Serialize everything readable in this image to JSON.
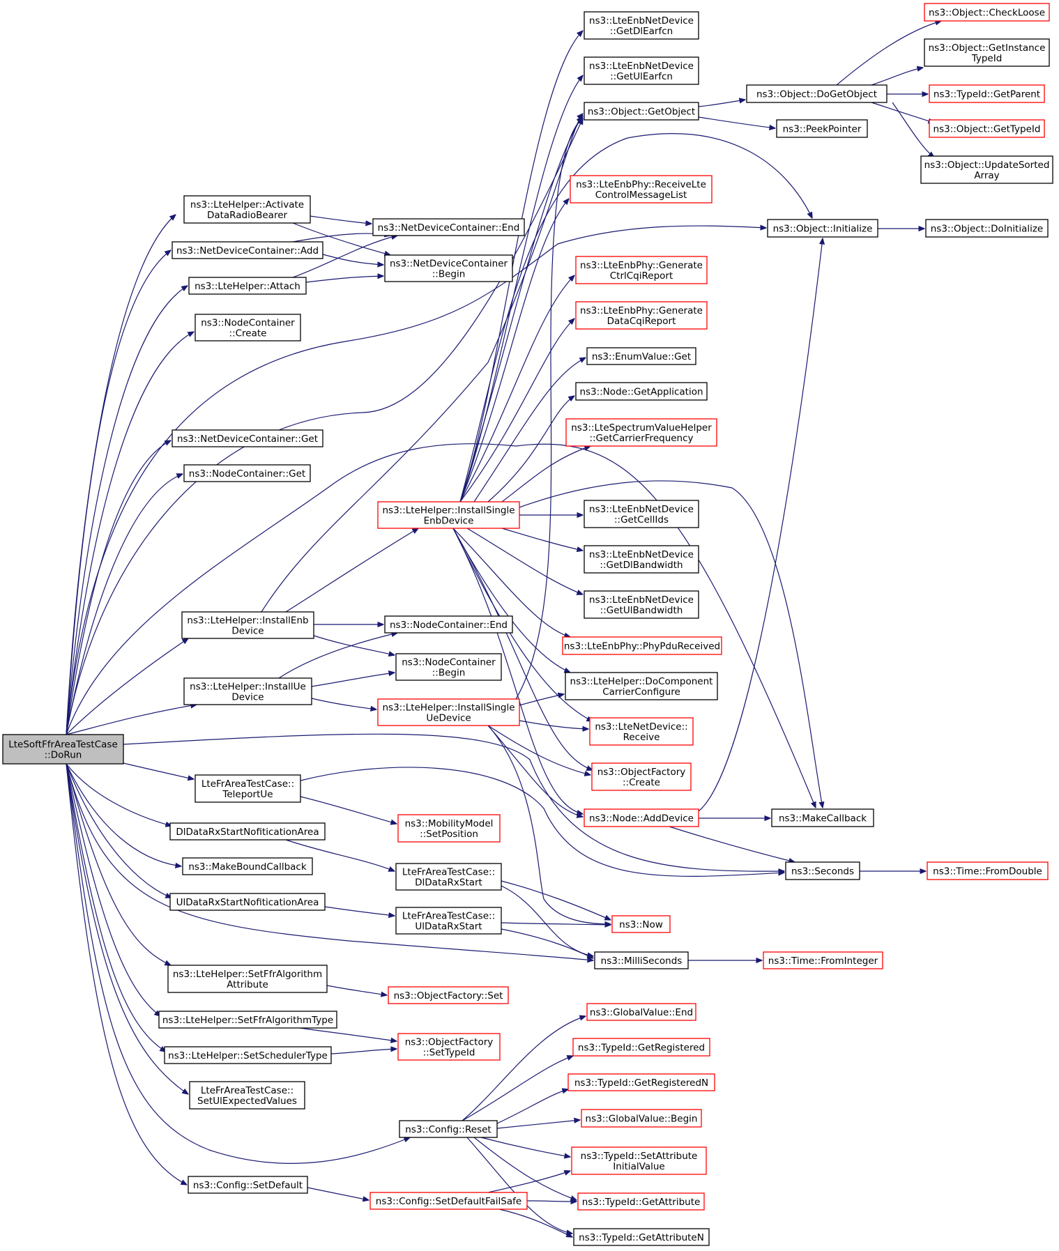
{
  "graph": {
    "colors": {
      "edge": "#191970",
      "root_fill": "#bfbfbf",
      "plain_border": "#000000",
      "red_border": "#ff0000"
    },
    "nodes": [
      {
        "id": "root",
        "lines": [
          "LteSoftFfrAreaTestCase",
          "::DoRun"
        ],
        "kind": "root"
      },
      {
        "id": "activate",
        "lines": [
          "ns3::LteHelper::Activate",
          "DataRadioBearer"
        ],
        "kind": "plain"
      },
      {
        "id": "ndcAdd",
        "lines": [
          "ns3::NetDeviceContainer::Add"
        ],
        "kind": "plain"
      },
      {
        "id": "attach",
        "lines": [
          "ns3::LteHelper::Attach"
        ],
        "kind": "plain"
      },
      {
        "id": "ncCreate",
        "lines": [
          "ns3::NodeContainer",
          "::Create"
        ],
        "kind": "plain"
      },
      {
        "id": "ndcGet",
        "lines": [
          "ns3::NetDeviceContainer::Get"
        ],
        "kind": "plain"
      },
      {
        "id": "ncGet",
        "lines": [
          "ns3::NodeContainer::Get"
        ],
        "kind": "plain"
      },
      {
        "id": "installEnb",
        "lines": [
          "ns3::LteHelper::InstallEnb",
          "Device"
        ],
        "kind": "plain"
      },
      {
        "id": "installUe",
        "lines": [
          "ns3::LteHelper::InstallUe",
          "Device"
        ],
        "kind": "plain"
      },
      {
        "id": "teleport",
        "lines": [
          "LteFrAreaTestCase::",
          "TeleportUe"
        ],
        "kind": "plain"
      },
      {
        "id": "dlNotif",
        "lines": [
          "DlDataRxStartNofiticationArea"
        ],
        "kind": "plain"
      },
      {
        "id": "makeBound",
        "lines": [
          "ns3::MakeBoundCallback"
        ],
        "kind": "plain"
      },
      {
        "id": "ulNotif",
        "lines": [
          "UlDataRxStartNofiticationArea"
        ],
        "kind": "plain"
      },
      {
        "id": "setFfrAttr",
        "lines": [
          "ns3::LteHelper::SetFfrAlgorithm",
          "Attribute"
        ],
        "kind": "plain"
      },
      {
        "id": "setFfrType",
        "lines": [
          "ns3::LteHelper::SetFfrAlgorithmType"
        ],
        "kind": "plain"
      },
      {
        "id": "setSched",
        "lines": [
          "ns3::LteHelper::SetSchedulerType"
        ],
        "kind": "plain"
      },
      {
        "id": "setUlExp",
        "lines": [
          "LteFrAreaTestCase::",
          "SetUlExpectedValues"
        ],
        "kind": "plain"
      },
      {
        "id": "cfgSetDefault",
        "lines": [
          "ns3::Config::SetDefault"
        ],
        "kind": "plain"
      },
      {
        "id": "ndcEnd",
        "lines": [
          "ns3::NetDeviceContainer::End"
        ],
        "kind": "plain"
      },
      {
        "id": "ndcBegin",
        "lines": [
          "ns3::NetDeviceContainer",
          "::Begin"
        ],
        "kind": "plain"
      },
      {
        "id": "instSingleEnb",
        "lines": [
          "ns3::LteHelper::InstallSingle",
          "EnbDevice"
        ],
        "kind": "red"
      },
      {
        "id": "ncEnd",
        "lines": [
          "ns3::NodeContainer::End"
        ],
        "kind": "plain"
      },
      {
        "id": "ncBegin",
        "lines": [
          "ns3::NodeContainer",
          "::Begin"
        ],
        "kind": "plain"
      },
      {
        "id": "instSingleUe",
        "lines": [
          "ns3::LteHelper::InstallSingle",
          "UeDevice"
        ],
        "kind": "red"
      },
      {
        "id": "mobSetPos",
        "lines": [
          "ns3::MobilityModel",
          "::SetPosition"
        ],
        "kind": "red"
      },
      {
        "id": "dlRxStart",
        "lines": [
          "LteFrAreaTestCase::",
          "DlDataRxStart"
        ],
        "kind": "plain"
      },
      {
        "id": "ulRxStart",
        "lines": [
          "LteFrAreaTestCase::",
          "UlDataRxStart"
        ],
        "kind": "plain"
      },
      {
        "id": "ofSet",
        "lines": [
          "ns3::ObjectFactory::Set"
        ],
        "kind": "red"
      },
      {
        "id": "ofSetTypeId",
        "lines": [
          "ns3::ObjectFactory",
          "::SetTypeId"
        ],
        "kind": "red"
      },
      {
        "id": "cfgReset",
        "lines": [
          "ns3::Config::Reset"
        ],
        "kind": "plain"
      },
      {
        "id": "cfgSetDefFS",
        "lines": [
          "ns3::Config::SetDefaultFailSafe"
        ],
        "kind": "red"
      },
      {
        "id": "getDlEarfcn",
        "lines": [
          "ns3::LteEnbNetDevice",
          "::GetDlEarfcn"
        ],
        "kind": "plain"
      },
      {
        "id": "getUlEarfcn",
        "lines": [
          "ns3::LteEnbNetDevice",
          "::GetUlEarfcn"
        ],
        "kind": "plain"
      },
      {
        "id": "getObject",
        "lines": [
          "ns3::Object::GetObject"
        ],
        "kind": "plain"
      },
      {
        "id": "recvLteCtrl",
        "lines": [
          "ns3::LteEnbPhy::ReceiveLte",
          "ControlMessageList"
        ],
        "kind": "red"
      },
      {
        "id": "genCtrlCqi",
        "lines": [
          "ns3::LteEnbPhy::Generate",
          "CtrlCqiReport"
        ],
        "kind": "red"
      },
      {
        "id": "genDataCqi",
        "lines": [
          "ns3::LteEnbPhy::Generate",
          "DataCqiReport"
        ],
        "kind": "red"
      },
      {
        "id": "enumGet",
        "lines": [
          "ns3::EnumValue::Get"
        ],
        "kind": "plain"
      },
      {
        "id": "nodeGetApp",
        "lines": [
          "ns3::Node::GetApplication"
        ],
        "kind": "plain"
      },
      {
        "id": "getCarrierFreq",
        "lines": [
          "ns3::LteSpectrumValueHelper",
          "::GetCarrierFrequency"
        ],
        "kind": "red"
      },
      {
        "id": "getCellIds",
        "lines": [
          "ns3::LteEnbNetDevice",
          "::GetCellIds"
        ],
        "kind": "plain"
      },
      {
        "id": "getDlBw",
        "lines": [
          "ns3::LteEnbNetDevice",
          "::GetDlBandwidth"
        ],
        "kind": "plain"
      },
      {
        "id": "getUlBw",
        "lines": [
          "ns3::LteEnbNetDevice",
          "::GetUlBandwidth"
        ],
        "kind": "plain"
      },
      {
        "id": "phyPduRecv",
        "lines": [
          "ns3::LteEnbPhy::PhyPduReceived"
        ],
        "kind": "red"
      },
      {
        "id": "doCompCarrier",
        "lines": [
          "ns3::LteHelper::DoComponent",
          "CarrierConfigure"
        ],
        "kind": "plain"
      },
      {
        "id": "lteNetRecv",
        "lines": [
          "ns3::LteNetDevice::",
          "Receive"
        ],
        "kind": "red"
      },
      {
        "id": "ofCreate",
        "lines": [
          "ns3::ObjectFactory",
          "::Create"
        ],
        "kind": "red"
      },
      {
        "id": "nodeAddDevice",
        "lines": [
          "ns3::Node::AddDevice"
        ],
        "kind": "red"
      },
      {
        "id": "now",
        "lines": [
          "ns3::Now"
        ],
        "kind": "red"
      },
      {
        "id": "milliSeconds",
        "lines": [
          "ns3::MilliSeconds"
        ],
        "kind": "plain"
      },
      {
        "id": "gvEnd",
        "lines": [
          "ns3::GlobalValue::End"
        ],
        "kind": "red"
      },
      {
        "id": "tidGetReg",
        "lines": [
          "ns3::TypeId::GetRegistered"
        ],
        "kind": "red"
      },
      {
        "id": "tidGetRegN",
        "lines": [
          "ns3::TypeId::GetRegisteredN"
        ],
        "kind": "red"
      },
      {
        "id": "gvBegin",
        "lines": [
          "ns3::GlobalValue::Begin"
        ],
        "kind": "red"
      },
      {
        "id": "tidSetAttrInit",
        "lines": [
          "ns3::TypeId::SetAttribute",
          "InitialValue"
        ],
        "kind": "red"
      },
      {
        "id": "tidGetAttr",
        "lines": [
          "ns3::TypeId::GetAttribute"
        ],
        "kind": "red"
      },
      {
        "id": "tidGetAttrN",
        "lines": [
          "ns3::TypeId::GetAttributeN"
        ],
        "kind": "plain"
      },
      {
        "id": "doGetObject",
        "lines": [
          "ns3::Object::DoGetObject"
        ],
        "kind": "plain"
      },
      {
        "id": "peekPointer",
        "lines": [
          "ns3::PeekPointer"
        ],
        "kind": "plain"
      },
      {
        "id": "objInitialize",
        "lines": [
          "ns3::Object::Initialize"
        ],
        "kind": "plain"
      },
      {
        "id": "makeCallback",
        "lines": [
          "ns3::MakeCallback"
        ],
        "kind": "plain"
      },
      {
        "id": "seconds",
        "lines": [
          "ns3::Seconds"
        ],
        "kind": "plain"
      },
      {
        "id": "timeFromInt",
        "lines": [
          "ns3::Time::FromInteger"
        ],
        "kind": "red"
      },
      {
        "id": "checkLoose",
        "lines": [
          "ns3::Object::CheckLoose"
        ],
        "kind": "red"
      },
      {
        "id": "getInstTid",
        "lines": [
          "ns3::Object::GetInstance",
          "TypeId"
        ],
        "kind": "plain"
      },
      {
        "id": "tidGetParent",
        "lines": [
          "ns3::TypeId::GetParent"
        ],
        "kind": "red"
      },
      {
        "id": "objGetTypeId",
        "lines": [
          "ns3::Object::GetTypeId"
        ],
        "kind": "red"
      },
      {
        "id": "updSorted",
        "lines": [
          "ns3::Object::UpdateSorted",
          "Array"
        ],
        "kind": "plain"
      },
      {
        "id": "doInitialize",
        "lines": [
          "ns3::Object::DoInitialize"
        ],
        "kind": "plain"
      },
      {
        "id": "timeFromDouble",
        "lines": [
          "ns3::Time::FromDouble"
        ],
        "kind": "red"
      }
    ]
  }
}
